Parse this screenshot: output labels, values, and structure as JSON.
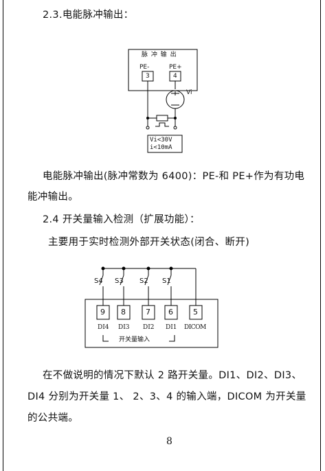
{
  "section_2_3": {
    "heading": "2.3.电能脉冲输出："
  },
  "pulse_diagram": {
    "box_title": "脉 冲 输 出",
    "pe_minus_label": "PE-",
    "pe_plus_label": "PE+",
    "pin_pe_minus": "3",
    "pin_pe_plus": "4",
    "vi_label": "Vi",
    "spec_line1": "Vi<30V",
    "spec_line2": "i<10mA"
  },
  "pulse_paragraph": {
    "line1": "电能脉冲输出(脉冲常数为 6400)：PE-和 PE+作为有功电",
    "line2": "能冲输出。"
  },
  "section_2_4": {
    "heading": "2.4 开关量输入检测（扩展功能）：",
    "subheading": "主要用于实时检测外部开关状态(闭合、断开)"
  },
  "switch_diagram": {
    "switch_labels": [
      "S4",
      "S3",
      "S2",
      "S1"
    ],
    "pins": [
      "9",
      "8",
      "7",
      "6",
      "5"
    ],
    "pin_names": [
      "DI4",
      "DI3",
      "DI2",
      "DI1",
      "DICOM"
    ],
    "group_label": "开关量输入"
  },
  "switch_paragraph": {
    "line1": "在不做说明的情况下默认 2 路开关量。DI1、DI2、DI3、",
    "line2": "DI4 分别为开关量 1、 2、3、4 的输入端，DICOM 为开关量",
    "line3": "的公共端。"
  },
  "footer": {
    "page_number": "8"
  }
}
